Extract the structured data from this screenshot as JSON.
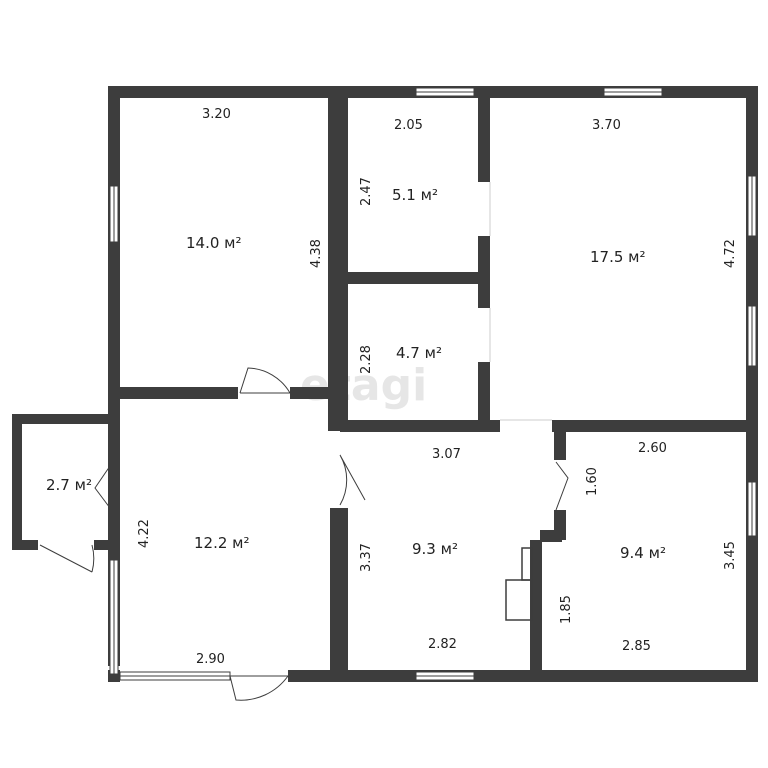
{
  "watermark": "etagi",
  "rooms": [
    {
      "id": "room-a",
      "area": "14.0 м²",
      "dims": [
        "3.20",
        "4.38"
      ]
    },
    {
      "id": "room-b",
      "area": "5.1 м²",
      "dims": [
        "2.05",
        "2.47"
      ]
    },
    {
      "id": "room-c",
      "area": "17.5 м²",
      "dims": [
        "3.70",
        "4.72"
      ]
    },
    {
      "id": "room-d",
      "area": "4.7 м²",
      "dims": [
        "2.28"
      ]
    },
    {
      "id": "room-e",
      "area": "2.7 м²",
      "dims": []
    },
    {
      "id": "room-f",
      "area": "12.2 м²",
      "dims": [
        "4.22",
        "2.90"
      ]
    },
    {
      "id": "room-g",
      "area": "9.3 м²",
      "dims": [
        "3.07",
        "3.37",
        "2.82",
        "1.85"
      ]
    },
    {
      "id": "room-h",
      "area": "9.4 м²",
      "dims": [
        "2.60",
        "1.60",
        "3.45",
        "2.85"
      ]
    }
  ]
}
